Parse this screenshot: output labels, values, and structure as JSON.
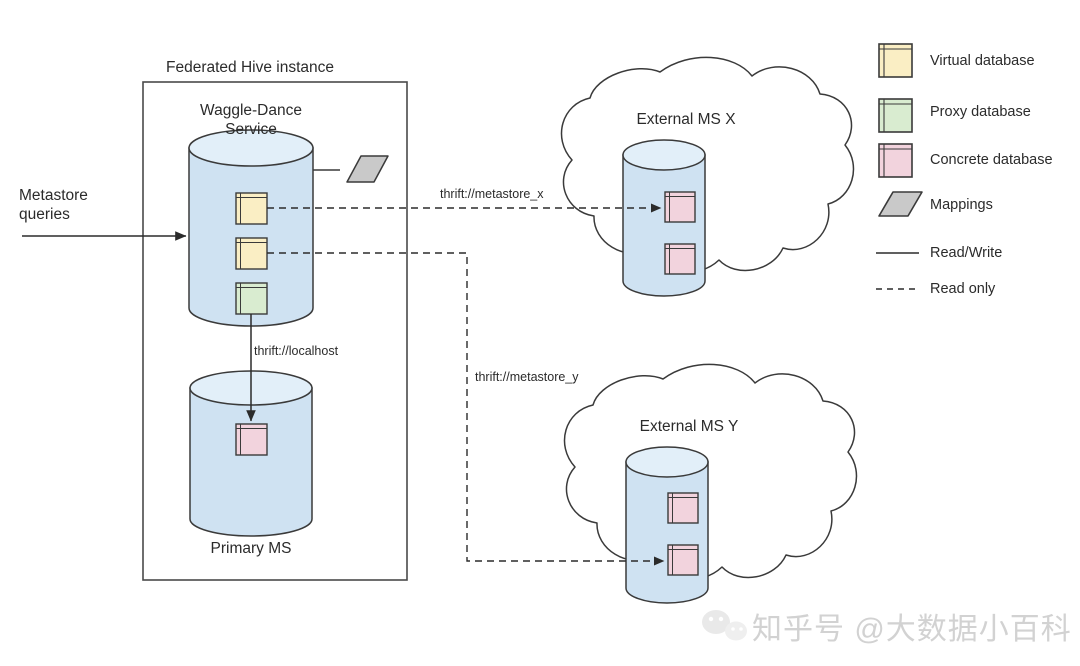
{
  "diagram": {
    "title_federated_box": "Federated Hive instance",
    "waggle_dance_service": "Waggle-Dance\nService",
    "metastore_queries": "Metastore\nqueries",
    "primary_ms": "Primary MS",
    "external_ms_x": "External MS X",
    "external_ms_y": "External MS Y",
    "thrift_localhost": "thrift://localhost",
    "thrift_metastore_x": "thrift://metastore_x",
    "thrift_metastore_y": "thrift://metastore_y"
  },
  "legend": {
    "items": [
      {
        "label": "Virtual database",
        "icon": "virtual-database-icon",
        "color": "#faeec4"
      },
      {
        "label": "Proxy database",
        "icon": "proxy-database-icon",
        "color": "#d9ecd0"
      },
      {
        "label": "Concrete database",
        "icon": "concrete-database-icon",
        "color": "#f2d3dd"
      },
      {
        "label": "Mappings",
        "icon": "mappings-icon",
        "color": "#c9c9c9"
      },
      {
        "label": "Read/Write",
        "icon": "solid-line-icon",
        "color": "#2b2b2b"
      },
      {
        "label": "Read only",
        "icon": "dashed-line-icon",
        "color": "#2b2b2b"
      }
    ]
  },
  "colors": {
    "cylinder_body": "#cfe2f2",
    "cylinder_top": "#e2eff9",
    "stroke": "#3a3a3a",
    "virtual_db": "#faeec4",
    "proxy_db": "#d9ecd0",
    "concrete_db": "#f2d3dd",
    "mappings": "#c9c9c9",
    "background": "#ffffff"
  },
  "watermark": {
    "text": "知乎号 @大数据小百科"
  }
}
